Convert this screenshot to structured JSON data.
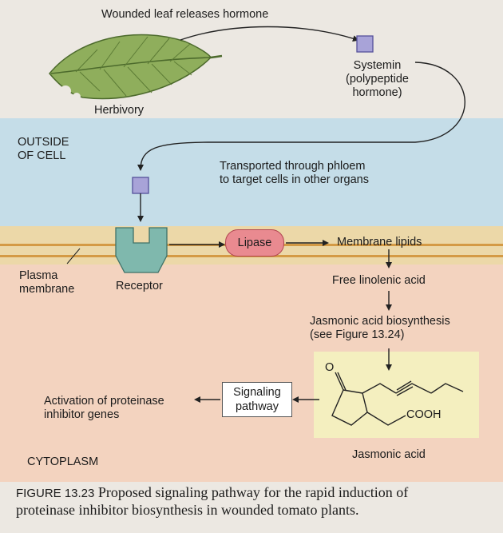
{
  "zones": {
    "outside_label_line1": "OUTSIDE",
    "outside_label_line2": "OF CELL",
    "cytoplasm_label": "CYTOPLASM"
  },
  "leaf": {
    "event_label": "Wounded leaf releases hormone",
    "herbivory_label": "Herbivory"
  },
  "systemin": {
    "line1": "Systemin",
    "line2": "(polypeptide",
    "line3": "hormone)"
  },
  "transport": {
    "line1": "Transported through phloem",
    "line2": "to target cells in other organs"
  },
  "membrane": {
    "plasma_line1": "Plasma",
    "plasma_line2": "membrane",
    "receptor_label": "Receptor",
    "lipase_label": "Lipase",
    "lipids_label": "Membrane lipids"
  },
  "pathway": {
    "linolenic": "Free linolenic acid",
    "biosynthesis_line1": "Jasmonic acid biosynthesis",
    "biosynthesis_line2": "(see Figure 13.24)",
    "signaling_line1": "Signaling",
    "signaling_line2": "pathway",
    "activation_line1": "Activation of proteinase",
    "activation_line2": "inhibitor genes"
  },
  "molecule": {
    "oxygen_label": "O",
    "cooh_label": "COOH",
    "name": "Jasmonic acid"
  },
  "caption": {
    "figure_number": "FIGURE 13.23",
    "text_line1": "Proposed signaling pathway for the rapid induction of",
    "text_line2": "proteinase inhibitor biosynthesis in wounded tomato plants."
  },
  "colors": {
    "outside_zone": "#c5dde8",
    "cytoplasm_zone": "#f3d3bf",
    "membrane_band": "#ecd8a8",
    "membrane_lines": "#d49a45",
    "hormone_square": "#a8a3d8",
    "receptor": "#7fb8ad",
    "lipase": "#e98a90",
    "leaf": "#8fae5c",
    "structure_box": "#f4efbf"
  }
}
